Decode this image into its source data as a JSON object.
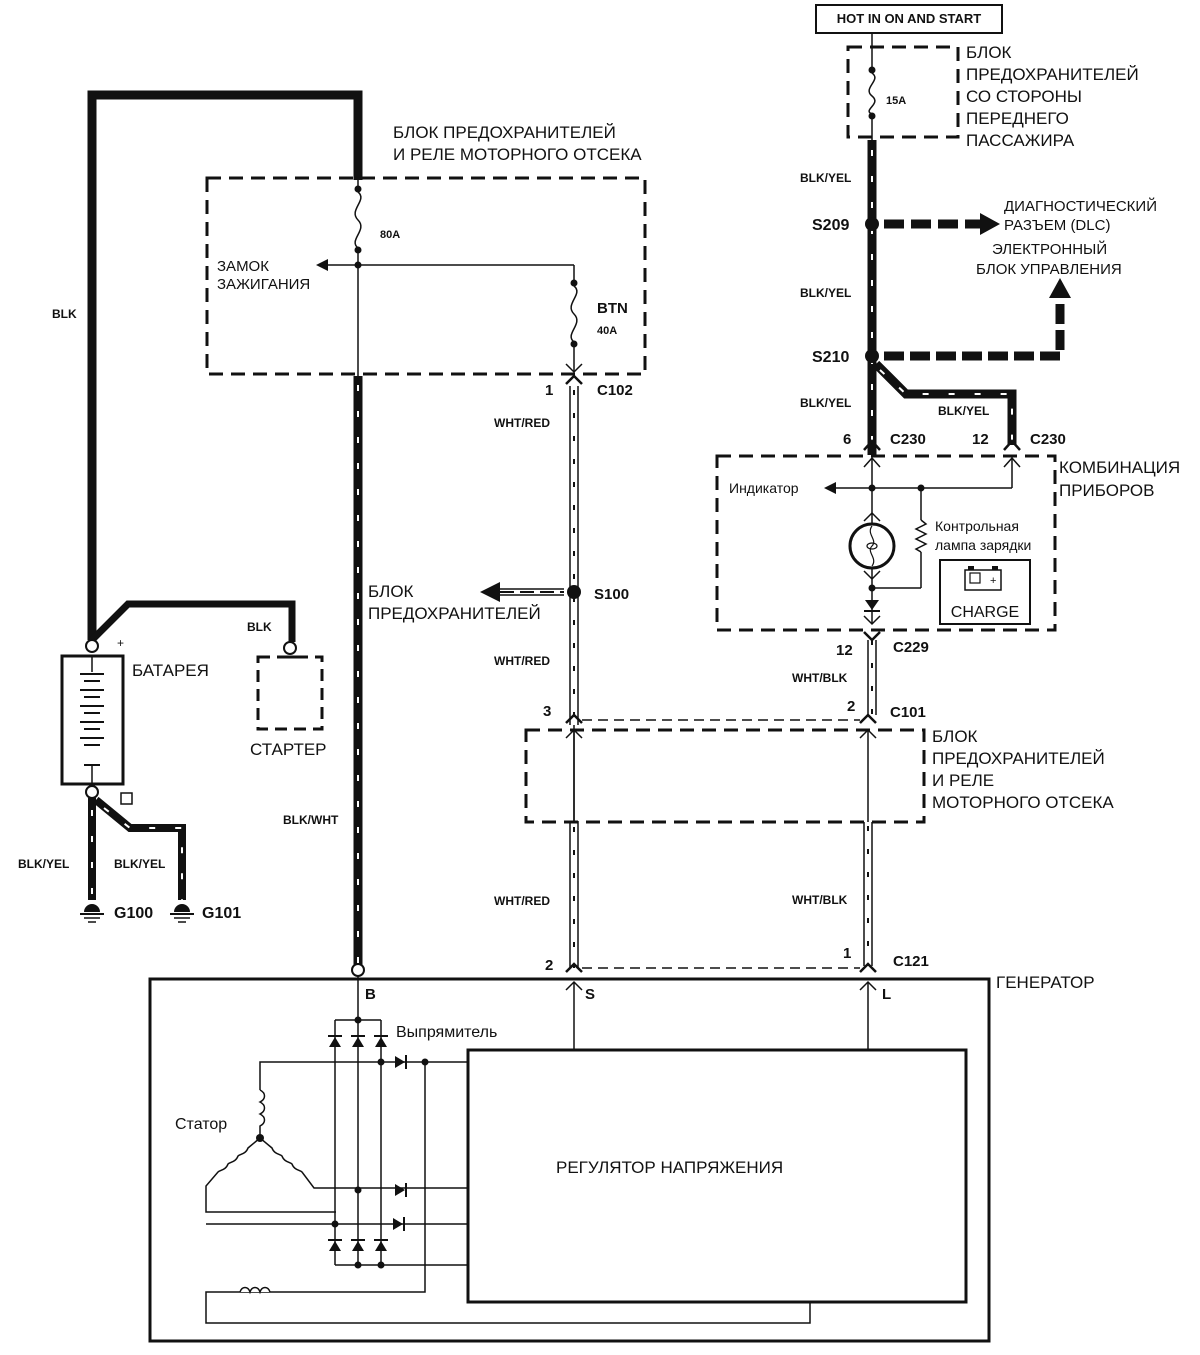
{
  "title_box": "HOT IN ON AND START",
  "components": {
    "passenger_fuse_block": [
      "БЛОК",
      "ПРЕДОХРАНИТЕЛЕЙ",
      "СО СТОРОНЫ",
      "ПЕРЕДНЕГО",
      "ПАССАЖИРА"
    ],
    "engine_fuse_relay_top": [
      "БЛОК ПРЕДОХРАНИТЕЛЕЙ",
      "И РЕЛЕ МОТОРНОГО ОТСЕКА"
    ],
    "ignition_switch": [
      "ЗАМОК",
      "ЗАЖИГАНИЯ"
    ],
    "fuse_block_s100": [
      "БЛОК",
      "ПРЕДОХРАНИТЕЛЕЙ"
    ],
    "battery": "БАТАРЕЯ",
    "starter": "СТАРТЕР",
    "dlc": [
      "ДИАГНОСТИЧЕСКИЙ",
      "РАЗЪЕМ (DLC)"
    ],
    "ecu": [
      "ЭЛЕКТРОННЫЙ",
      "БЛОК УПРАВЛЕНИЯ"
    ],
    "cluster": [
      "КОМБИНАЦИЯ",
      "ПРИБОРОВ"
    ],
    "indicator": "Индикатор",
    "charge_lamp": [
      "Контрольная",
      "лампа зарядки"
    ],
    "charge_badge": "CHARGE",
    "engine_fuse_relay_mid": [
      "БЛОК",
      "ПРЕДОХРАНИТЕЛЕЙ",
      "И РЕЛЕ",
      "МОТОРНОГО ОТСЕКА"
    ],
    "generator": "ГЕНЕРАТОР",
    "rectifier": "Выпрямитель",
    "stator": "Статор",
    "regulator": "РЕГУЛЯТОР НАПРЯЖЕНИЯ"
  },
  "fuses": {
    "f15": "15A",
    "f80": "80A",
    "btn": "BTN",
    "f40": "40A"
  },
  "wires": {
    "blk": "BLK",
    "blk_starter": "BLK",
    "blk_wht": "BLK/WHT",
    "blk_yel_1": "BLK/YEL",
    "blk_yel_2": "BLK/YEL",
    "blk_yel_3": "BLK/YEL",
    "blk_yel_4": "BLK/YEL",
    "blk_yel_g100": "BLK/YEL",
    "blk_yel_g101": "BLK/YEL",
    "wht_red_1": "WHT/RED",
    "wht_red_2": "WHT/RED",
    "wht_red_3": "WHT/RED",
    "wht_blk_1": "WHT/BLK",
    "wht_blk_2": "WHT/BLK"
  },
  "splices": {
    "s209": "S209",
    "s210": "S210",
    "s100": "S100"
  },
  "connectors": {
    "c102": "C102",
    "c102_pin": "1",
    "c230a": "C230",
    "c230a_pin": "6",
    "c230b": "C230",
    "c230b_pin": "12",
    "c229": "C229",
    "c229_pin": "12",
    "c101": "C101",
    "c101_pin_a": "3",
    "c101_pin_b": "2",
    "c121": "C121",
    "c121_pin_a": "2",
    "c121_pin_b": "1"
  },
  "grounds": {
    "g100": "G100",
    "g101": "G101"
  },
  "terminals": {
    "b": "B",
    "s": "S",
    "l": "L",
    "plus": "+"
  }
}
